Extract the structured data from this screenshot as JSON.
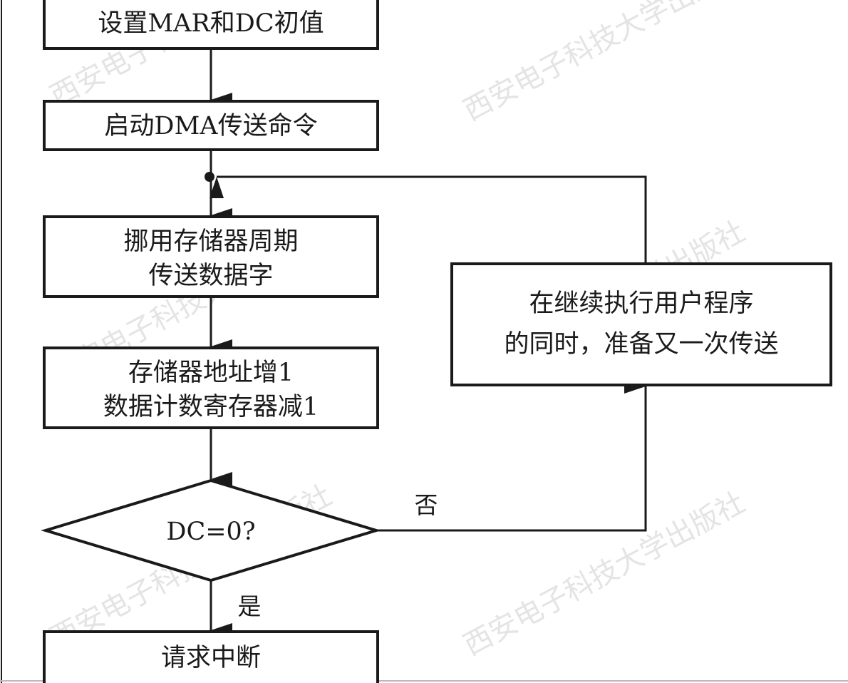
{
  "nodes": {
    "set_initial": {
      "lines": [
        "设置MAR和DC初值"
      ]
    },
    "start_dma": {
      "lines": [
        "启动DMA传送命令"
      ]
    },
    "steal_cycle": {
      "lines": [
        "挪用存储器周期",
        "传送数据字"
      ]
    },
    "update_regs": {
      "lines": [
        "存储器地址增1",
        "数据计数寄存器减1"
      ]
    },
    "check_dc": {
      "lines": [
        "DC=0?"
      ]
    },
    "continue_program": {
      "lines": [
        "在继续执行用户程序",
        "的同时，准备又一次传送"
      ]
    },
    "request_interrupt": {
      "lines": [
        "请求中断"
      ]
    }
  },
  "edges": {
    "no_label": "否",
    "yes_label": "是"
  },
  "watermark": {
    "text": "西安电子科技大学出版社"
  },
  "colors": {
    "line": "#1a1a1a",
    "background": "#ffffff",
    "watermark": "#cfcfcf"
  }
}
